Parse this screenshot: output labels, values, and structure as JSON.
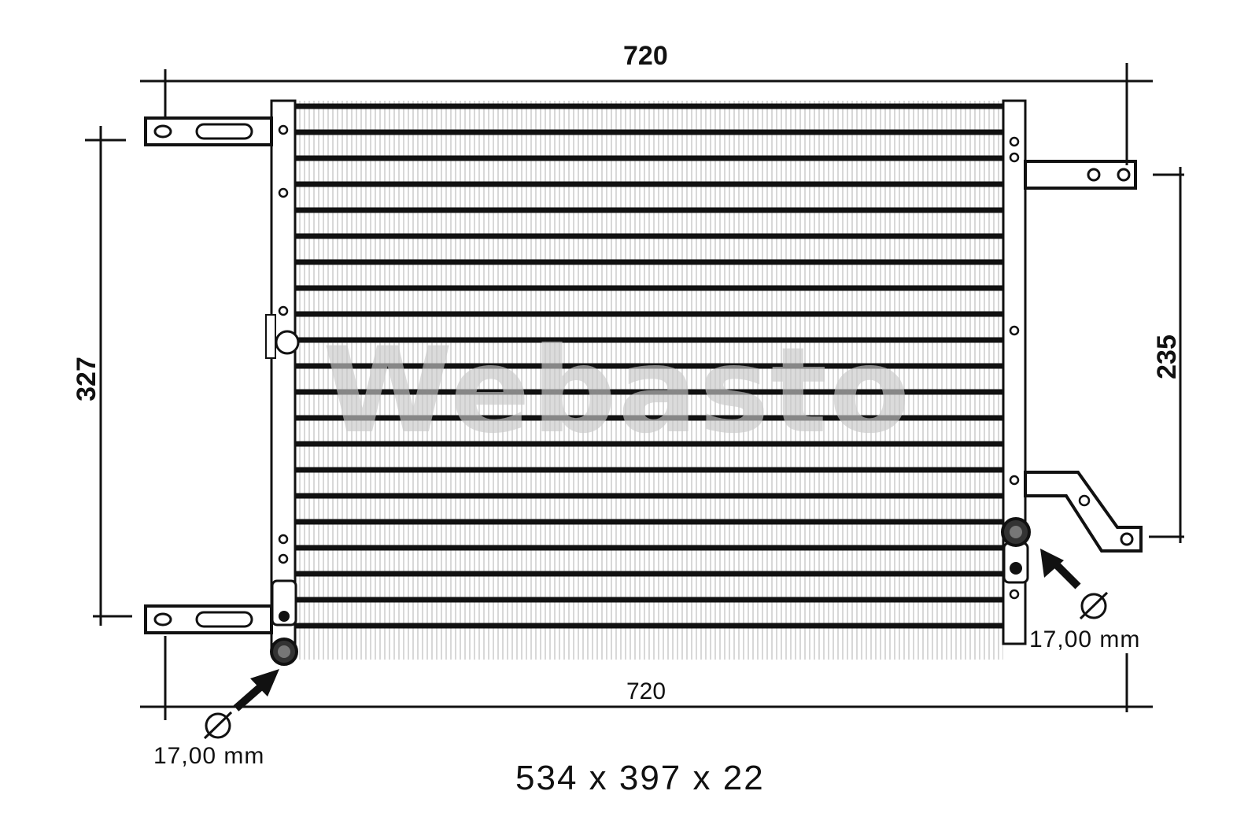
{
  "dimensions": {
    "top_width": "720",
    "bottom_width": "720",
    "left_height": "327",
    "right_height": "235"
  },
  "pipe_left": {
    "diameter_label": "17,00 mm"
  },
  "pipe_right": {
    "diameter_label": "17,00 mm"
  },
  "overall_size": "534 x 397 x 22",
  "watermark": "Webasto",
  "colors": {
    "line": "#111111",
    "fin": "#cfcfcf",
    "watermark": "#c8c8c8"
  }
}
